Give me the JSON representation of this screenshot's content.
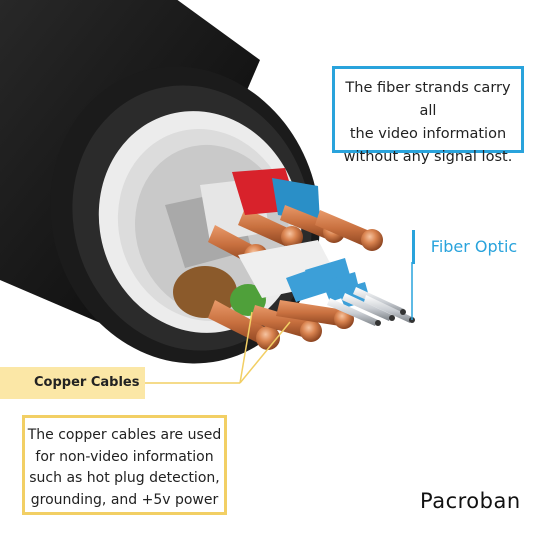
{
  "fiber_callout": {
    "lines": [
      "The fiber strands carry all",
      "the video information",
      "without any signal lost."
    ]
  },
  "fiber_label": "Fiber Optic",
  "copper_label": "Copper Cables",
  "copper_callout": {
    "lines": [
      "The copper cables are used",
      "for non-video information",
      "such as hot plug detection,",
      "grounding, and +5v power"
    ]
  },
  "brand": "Pacroban",
  "colors": {
    "accent_blue": "#29a3dc",
    "accent_yellow": "#f2cf64",
    "label_yellow_fill": "#fbe7a6",
    "jacket": "#141414",
    "copper": "#c8703f"
  }
}
